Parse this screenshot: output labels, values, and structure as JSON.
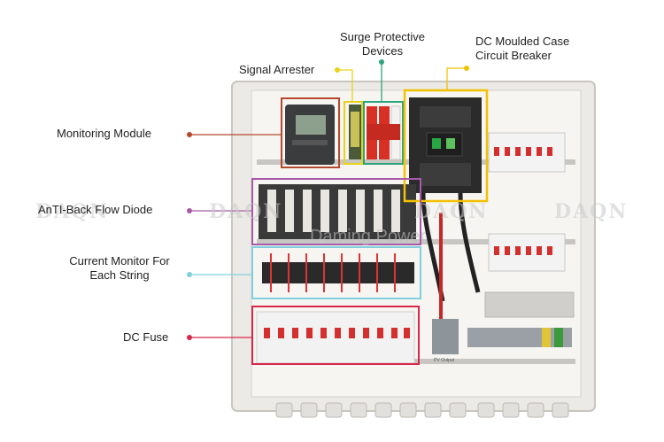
{
  "labels": {
    "surge": [
      "Surge Protective",
      "Devices"
    ],
    "dc_mccb": [
      "DC Moulded Case",
      "Circuit Breaker"
    ],
    "signal_arrester": "Signal Arrester",
    "monitoring_module": "Monitoring Module",
    "anti_back_flow": "AnTI-Back Flow Diode",
    "current_monitor": [
      "Current Monitor For",
      "Each String"
    ],
    "dc_fuse": "DC Fuse"
  },
  "watermarks": {
    "brand": "DAQN",
    "center": "Daming Power"
  },
  "panel_text": {
    "pv_output": "PV Output"
  },
  "colors": {
    "monitoring": "#b5482c",
    "signal": "#e8d21a",
    "surge": "#2aa57d",
    "mccb": "#f2c200",
    "diode": "#a85aa8",
    "current": "#7fd0dc",
    "fuse": "#d8284a"
  }
}
